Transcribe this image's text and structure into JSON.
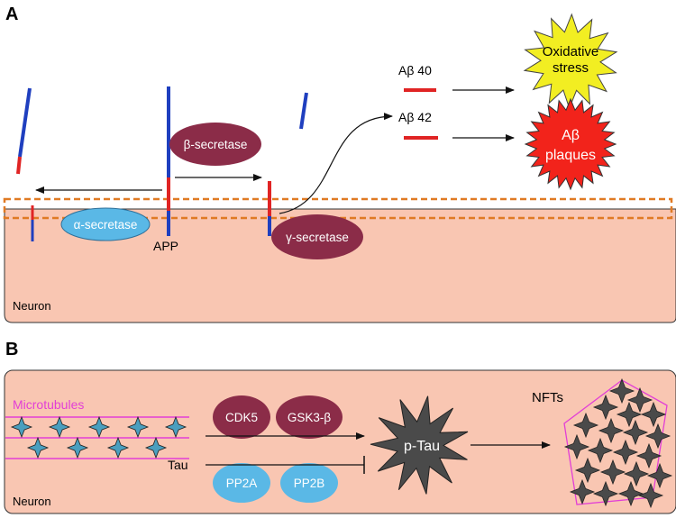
{
  "panel_a": {
    "letter": "A",
    "neuron_label": "Neuron",
    "app_label": "APP",
    "alpha_secretase": "α-secretase",
    "beta_secretase": "β-secretase",
    "gamma_secretase": "γ-secretase",
    "abeta40": "Aβ 40",
    "abeta42": "Aβ 42",
    "oxidative_line1": "Oxidative",
    "oxidative_line2": "stress",
    "plaques_line1": "Aβ",
    "plaques_line2": "plaques"
  },
  "panel_b": {
    "letter": "B",
    "neuron_label": "Neuron",
    "microtubules": "Microtubules",
    "tau": "Tau",
    "cdk5": "CDK5",
    "gsk3b": "GSK3-β",
    "pp2a": "PP2A",
    "pp2b": "PP2B",
    "ptau": "p-Tau",
    "nfts": "NFTs"
  },
  "colors": {
    "cell_fill": "#f9c6b2",
    "membrane_dash": "#e07a24",
    "secretase_dark": "#8b2c48",
    "secretase_light": "#5ab8e6",
    "app_blue": "#1f3fbf",
    "app_red": "#e02424",
    "oxidative_yellow": "#f2ee22",
    "plaque_red": "#f2231b",
    "microtubule_magenta": "#e23fd6",
    "tau_teal": "#4a9fbf",
    "ptau_grey": "#4a4a4a"
  }
}
